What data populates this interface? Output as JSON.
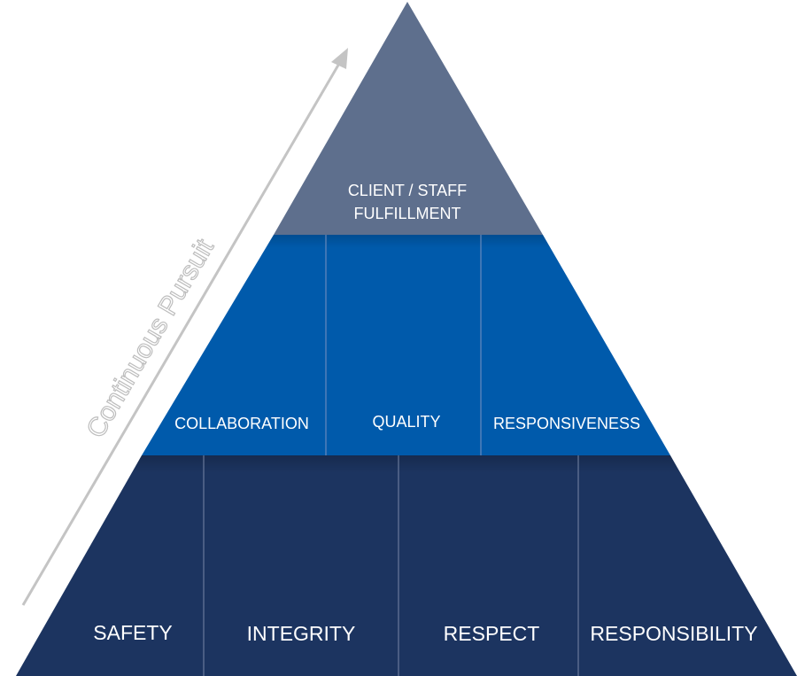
{
  "pyramid": {
    "top": {
      "lines": [
        "CLIENT / STAFF",
        "FULFILLMENT"
      ]
    },
    "middle": {
      "items": [
        "COLLABORATION",
        "QUALITY",
        "RESPONSIVENESS"
      ]
    },
    "base": {
      "items": [
        "SAFETY",
        "INTEGRITY",
        "RESPECT",
        "RESPONSIBILITY"
      ]
    }
  },
  "arrow": {
    "label": "Continuous Pursuit"
  },
  "colors": {
    "top": "#5e6f8d",
    "middle": "#005aab",
    "base": "#1c3460",
    "divider": "#7d8fb3",
    "arrow": "#c4c4c4"
  }
}
